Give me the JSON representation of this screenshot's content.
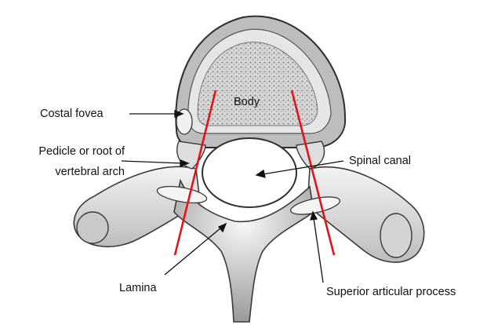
{
  "labels": {
    "costal_fovea": "Costal fovea",
    "body": "Body",
    "pedicle_line1": "Pedicle or root of",
    "pedicle_line2": "vertebral arch",
    "spinal_canal": "Spinal canal",
    "lamina": "Lamina",
    "superior_articular_process": "Superior articular process"
  },
  "colors": {
    "highlight_line": "#e0141b",
    "bone_fill": "#e9e9e9",
    "bone_shadow": "#a9a9a9",
    "bone_outline": "#3a3a3a",
    "leader_line": "#111111"
  }
}
